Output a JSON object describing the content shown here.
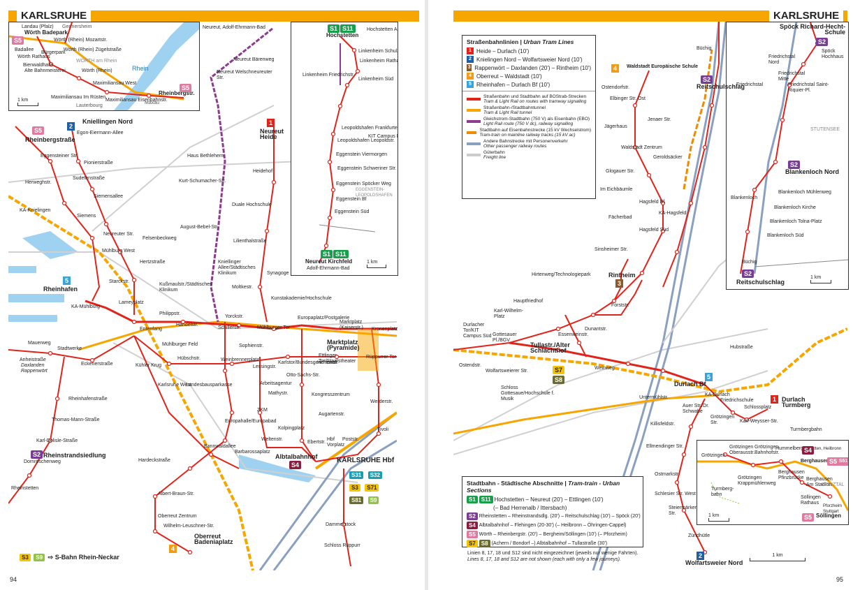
{
  "colors": {
    "tram": "#e2231a",
    "tunnel": "#f7a600",
    "ebo": "#8e3a8e",
    "mainline": "#f08a00",
    "rail": "#8aa0c0",
    "freight": "#cccccc",
    "water": "#9fd2f0",
    "header": "#f7a600",
    "line1": "#e2231a",
    "line2": "#1f5fa8",
    "line3": "#8b5a2b",
    "line4": "#f39c12",
    "line5": "#3ba3dc",
    "s1": "#17a04a",
    "s2": "#7a3d96",
    "s31": "#17a0b5",
    "s4": "#8b1e3f",
    "s5": "#e07ba0",
    "s7": "#f5c400",
    "s8": "#6b6b2a",
    "s9": "#8fc63f"
  },
  "left_page": {
    "title": "KARLSRUHE",
    "page_number": "94",
    "s_bahn_note": "S-Bahn Rhein-Neckar",
    "s_bahn_chips": [
      "S3",
      "S9"
    ],
    "hbf_label": "KARLSRUHE Hbf",
    "hbf_chips": [
      "S31",
      "S32",
      "S3",
      "S71",
      "S81",
      "S9"
    ],
    "stations": [
      "Kniellingen Nord",
      "Egon-Eiermann-Allee",
      "Rheinbergstraße",
      "Eggensteiner Str.",
      "Pionierstraße",
      "Sudetenstraße",
      "Herweghstr.",
      "Siemensallee",
      "KA-Knielingen",
      "Siemens",
      "Neureuter Str.",
      "Felsenbeckweg",
      "Mühlburg West",
      "Hertzstraße",
      "Rheinhafen",
      "Starckstr.",
      "KA-Mühlburg",
      "Lameyplatz",
      "Kußmaulstr./Städtisches Klinikum",
      "Philippstr.",
      "Entenfang",
      "Händelstr.",
      "Mühlburger Feld",
      "Mauerweg",
      "Stadtwerke",
      "Yorckstr.",
      "Schillerstr.",
      "Mühlburger Tor",
      "Europaplatz/Postgalerie",
      "Marktplatz (Kaiserstr.)",
      "Kronenplatz",
      "Marktplatz (Pyramide)",
      "Herrenstr.",
      "Kunstakademie/Hochschule",
      "Moltkestr.",
      "Synagoge",
      "Lilienthalstraße",
      "Duale Hochschule",
      "Heidehof",
      "Neureut Heide",
      "Haus Bethlehem",
      "Kurt-Schumacher-Str.",
      "August-Bebel-Str.",
      "Kniellinger Allee/Städtisches Klinikum",
      "Neureut, Adolf-Ehrmann-Bad",
      "Neureut Bärenweg",
      "Neureut Welschneureuter Str.",
      "Anheistraße",
      "Eckenerstraße",
      "Kühler Krug",
      "Hübschstr.",
      "Sophienstr.",
      "Weinbrennerplatz",
      "Lessingstr.",
      "Karlstor/Bundesgerichtshof",
      "Ettlinger Tor/Staatstheater",
      "Rüppurrer Tor",
      "Karlsruhe West",
      "Landesbausparkasse",
      "Arbeitsagentur",
      "Otto-Sachs-Str.",
      "Mathystr.",
      "Kongresszentrum",
      "Werderstr.",
      "Augartenstr.",
      "Tivoli",
      "ZKM",
      "Europahalle/Europabad",
      "Kolpingplatz",
      "Weltenstr.",
      "Barbarossaplatz",
      "Ebertstr.",
      "Hbf Vorplatz",
      "Poststr.",
      "Albtalbahnhof",
      "Rheinhafenstraße",
      "Thomas-Mann-Straße",
      "Karl-Delisle-Straße",
      "Rheinstrandsiedlung",
      "Dornröschenweg",
      "Rheinstetten",
      "Hardeckstraße",
      "Bannwaldallee",
      "Albert-Braun-Str.",
      "Oberreut Zentrum",
      "Wilhelm-Leuschner-Str.",
      "Oberreut Badeniaplatz",
      "Dammerstock",
      "Schloss Rüppurr",
      "Daxlanden Rappenwört"
    ],
    "inset_top_left": {
      "stations": [
        "Landau (Pfalz)",
        "Wörth Badepark",
        "Badallee",
        "Wörth Rathaus",
        "Bürgerpark",
        "Wörth (Rhein) Mozartstr.",
        "Wörth (Rhein) Zügelstraße",
        "Bienwaldhalle",
        "Alte Bahnmeisterei",
        "Wörth (Rhein)",
        "Maximiliansau West",
        "Maximiliansau Im Rüsten",
        "Maximiliansau Eisenbahnstr.",
        "Rheinbergstr."
      ],
      "scale": "1 km",
      "places": [
        "WÖRTH am Rhein",
        "Germersheim",
        "Lauterbourg",
        "Maxau",
        "Rhein"
      ]
    },
    "inset_top_right": {
      "stations": [
        "Hochstetten",
        "Hochstetten Altenheim",
        "Linkenheim Schulzentrum",
        "Linkenheim Rathaus",
        "Linkenheim Friedrichstr.",
        "Linkenheim Süd",
        "Leopoldshafen Frankfurter Str.",
        "Leopoldshafen Leopoldstr.",
        "Eggenstein Viermorgen",
        "Eggenstein Schweriner Str.",
        "Eggenstein Spöcker Weg",
        "Eggenstein Bf",
        "Eggenstein Süd",
        "KIT Campus Nord",
        "Neureut Kirchfeld",
        "Adolf-Ehrmann-Bad"
      ],
      "chips_top": [
        "S1",
        "S11"
      ],
      "chips_bottom": [
        "S1",
        "S11"
      ],
      "place": "EGGENSTEIN-LEOPOLDSHAFEN",
      "scale": "1 km"
    },
    "line_badges": [
      "S5",
      "2",
      "1",
      "5",
      "S2",
      "S4",
      "4"
    ]
  },
  "right_page": {
    "title": "KARLSRUHE",
    "page_number": "95",
    "legend": {
      "title": "Straßenbahnlinien",
      "title_en": "Urban Tram Lines",
      "lines": [
        {
          "num": "1",
          "text": "Heide – Durlach (10')"
        },
        {
          "num": "2",
          "text": "Knielingen Nord – Wolfartsweier Nord (10')"
        },
        {
          "num": "3",
          "text": "Rappenwört – Daxlanden (20') – Rintheim (10')"
        },
        {
          "num": "4",
          "text": "Oberreut – Waldstadt (10')"
        },
        {
          "num": "5",
          "text": "Rheinhafen – Durlach Bf (10')"
        }
      ],
      "track_types": [
        {
          "de": "Straßenbahn und Stadtbahn auf BOStrab-Strecken",
          "en": "Tram & Light Rail on routes with tramway signalling"
        },
        {
          "de": "Straßenbahn-/Stadtbahntunnel",
          "en": "Tram & Light Rail tunnel"
        },
        {
          "de": "Gleichstrom-Stadtbahn (750 V) als Eisenbahn (EBO)",
          "en": "Light Rail route (750 V dc), railway signalling"
        },
        {
          "de": "Stadtbahn auf Eisenbahnstrecke (15 kV Wechselstrom)",
          "en": "Tram-train on mainline railway tracks (15 kV ac)"
        },
        {
          "de": "Andere Bahnstrecke mit Personenverkehr",
          "en": "Other passenger railway routes"
        },
        {
          "de": "Güterbahn",
          "en": "Freight line"
        }
      ]
    },
    "stadtbahn": {
      "title": "Stadtbahn - Städtische Abschnitte",
      "title_en": "Tram-train - Urban Sections",
      "rows": [
        {
          "chips": [
            "S1",
            "S11"
          ],
          "text": "Hochstetten – Neureut (20') – Ettlingen (10')",
          "text2": "(– Bad Herrenalb / Ittersbach)"
        },
        {
          "chips": [
            "S2"
          ],
          "text": "Rheinstetten – Rheinstrandsdlg. (20') – Reitschulschlag (10') – Spöck (20')",
          "text2": ""
        },
        {
          "chips": [
            "S4"
          ],
          "text": "Albtalbahnhof – Flehingen (20-30') (– Heilbronn – Öhringen-Cappel)",
          "text2": ""
        },
        {
          "chips": [
            "S5"
          ],
          "text": "Wörth – Rheinbergstr. (20') – Bergheim/Söllingen (10') (– Pforzheim)",
          "text2": ""
        },
        {
          "chips": [
            "S7",
            "S8"
          ],
          "text": "(Achern / Bondorf –) Albtalbahnhof – Tullastraße (30')",
          "text2": ""
        }
      ],
      "note_de": "Linien 8, 17, 18 und S12 sind nicht eingezeichnet (jeweils nur wenige Fahrten).",
      "note_en": "Lines 8, 17, 18 and S12 are not shown (each with only a few journeys)."
    },
    "stations": [
      "Waldstadt Europäische Schule",
      "Ostendorfstr.",
      "Elbinger Str. Ost",
      "Jägerhaus",
      "Waldstadt Zentrum",
      "Glogauer Str.",
      "Im Eichbäumle",
      "Hagsfeld Bf",
      "KA-Hagsfeld",
      "Hagsfeld Süd",
      "Fächerbad",
      "Sinsheimer Str.",
      "Jenaer Str.",
      "Geroldsäcker",
      "Büchig",
      "Reitschulschlag",
      "Hirtenweg/Technologiepark",
      "Rintheim",
      "Forststr.",
      "Hauptfriedhof",
      "Karl-Wilhelm-Platz",
      "Durlacher Tor/KIT Campus Süd",
      "Gottesauer Pl./BGV",
      "Tullastr./Alter Schlachthof",
      "Dunantstr.",
      "Essenweinstr.",
      "Ostendstr.",
      "Wolfartsweierer Str.",
      "Schloss Gottesaue/Hochschule f. Musik",
      "Weinweg",
      "Durlach Bf",
      "Untermühlstr.",
      "Auer Str./Dr. Schwabe",
      "Friedrichschule",
      "Schlossplatz",
      "Durlach Turmberg",
      "Karl-Weysser-Str.",
      "Grötzingen Str.",
      "Killisfeldstr.",
      "Ellmendinger Str.",
      "Ostmarkstr.",
      "Schlesier Str. West",
      "Steiermärker Str.",
      "Zündhütle",
      "Wolfartsweier Nord",
      "Hubstraße",
      "KA-Durlach",
      "Turmbergbahn"
    ],
    "inset_right": {
      "stations": [
        "Spöck Richard-Hecht-Schule",
        "Spöck Hochhaus",
        "Friedrichstal Nord",
        "Friedrichstal Mitte",
        "Friedrichstal",
        "Friedrichstal Saint-Riquier-Pl.",
        "Blankenloch Nord",
        "Blankenloch Mühlenweg",
        "Blankenloch",
        "Blankenloch Kirche",
        "Blankenloch Tolna-Platz",
        "Blankenloch Süd",
        "Büchig",
        "Reitschulschlag"
      ],
      "place": "STUTENSEE",
      "scale": "1 km"
    },
    "inset_bottom": {
      "stations": [
        "Grötzingen",
        "Grötzingen Oberausstr.",
        "Grötzingen Bahnhofstr.",
        "Hummelberg",
        "Grötzingen Krappmühlenweg",
        "Berghausen",
        "Berghausen Pfinzbrücke",
        "Berghausen Am Stadion",
        "Söllingen Rathaus",
        "Söllingen",
        "Pforzheim Stuttgart",
        "Bretten, Heilbronn",
        "Turmberg-bahn"
      ],
      "chips": [
        "S4",
        "S5",
        "S51",
        "S5"
      ],
      "place": "PFINZTAL",
      "scale": "1 km"
    },
    "scale": "1 km"
  }
}
